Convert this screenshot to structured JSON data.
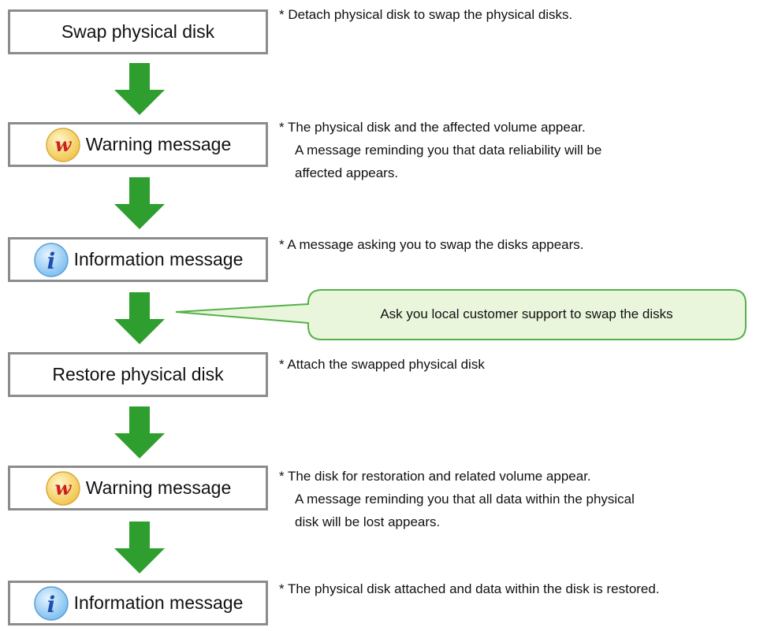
{
  "steps": [
    {
      "label": "Swap physical disk",
      "icon": ""
    },
    {
      "label": "Warning message",
      "icon": "warning-icon"
    },
    {
      "label": "Information message",
      "icon": "info-icon"
    },
    {
      "label": "Restore physical disk",
      "icon": ""
    },
    {
      "label": "Warning message",
      "icon": "warning-icon"
    },
    {
      "label": "Information message",
      "icon": "info-icon"
    }
  ],
  "notes": [
    {
      "lines": [
        "* Detach physical disk to swap the physical disks."
      ]
    },
    {
      "lines": [
        "* The physical disk and the affected volume appear.",
        "A message reminding you that data reliability will be",
        "affected appears."
      ]
    },
    {
      "lines": [
        "* A message asking you to swap the disks appears."
      ]
    },
    {
      "lines": [
        "* Attach the swapped physical disk"
      ]
    },
    {
      "lines": [
        "* The disk for restoration and related volume appear.",
        "A message reminding you that all data within the physical",
        "disk will be lost appears."
      ]
    },
    {
      "lines": [
        "* The physical disk attached and data within the disk is restored."
      ]
    }
  ],
  "callout": {
    "text": "Ask you local customer support to swap the disks"
  },
  "colors": {
    "arrow": "#2e9e2e",
    "box_border": "#8c8c8c",
    "callout_fill": "#eaf6dc",
    "callout_border": "#56b04a",
    "warning_icon": "#cc1f1f",
    "warning_bg": "#fbe38a",
    "info_icon": "#1d4fb0",
    "info_bg": "#a9d4f5"
  }
}
